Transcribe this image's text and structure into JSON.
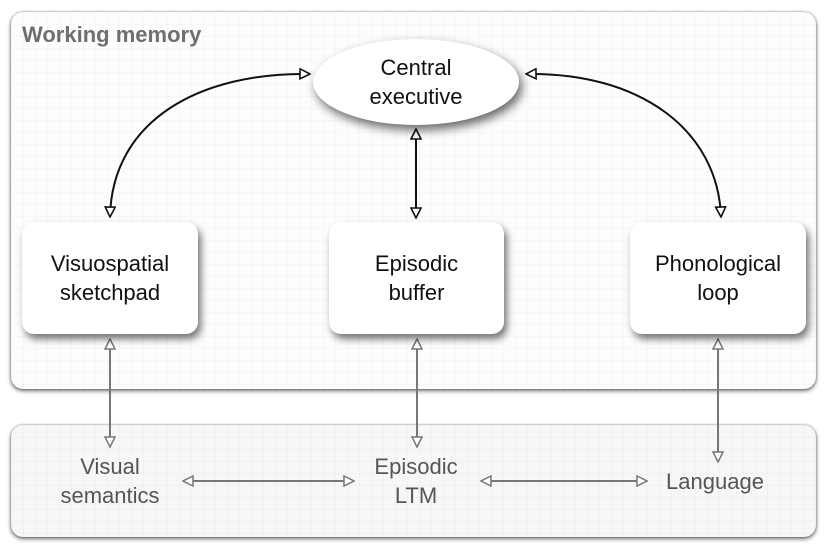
{
  "diagram": {
    "working_memory": {
      "title": "Working memory",
      "central_executive": {
        "line1": "Central",
        "line2": "executive"
      },
      "subsystems": [
        {
          "id": "visuospatial",
          "line1": "Visuospatial",
          "line2": "sketchpad"
        },
        {
          "id": "episodic",
          "line1": "Episodic",
          "line2": "buffer"
        },
        {
          "id": "phonological",
          "line1": "Phonological",
          "line2": "loop"
        }
      ]
    },
    "long_term_memory": {
      "items": [
        {
          "id": "visual-semantics",
          "line1": "Visual",
          "line2": "semantics"
        },
        {
          "id": "episodic-ltm",
          "line1": "Episodic",
          "line2": "LTM"
        },
        {
          "id": "language",
          "line1": "Language",
          "line2": ""
        }
      ]
    },
    "connections": [
      {
        "from": "Central executive",
        "to": "Visuospatial sketchpad",
        "type": "bidirectional"
      },
      {
        "from": "Central executive",
        "to": "Episodic buffer",
        "type": "bidirectional"
      },
      {
        "from": "Central executive",
        "to": "Phonological loop",
        "type": "bidirectional"
      },
      {
        "from": "Visuospatial sketchpad",
        "to": "Visual semantics",
        "type": "bidirectional"
      },
      {
        "from": "Episodic buffer",
        "to": "Episodic LTM",
        "type": "bidirectional"
      },
      {
        "from": "Phonological loop",
        "to": "Language",
        "type": "bidirectional"
      },
      {
        "from": "Visual semantics",
        "to": "Episodic LTM",
        "type": "bidirectional"
      },
      {
        "from": "Episodic LTM",
        "to": "Language",
        "type": "bidirectional"
      }
    ],
    "colors": {
      "strong_arrow": "#111111",
      "weak_arrow": "#777777",
      "title_text": "#6f6f6f",
      "ltm_text": "#555555"
    }
  }
}
